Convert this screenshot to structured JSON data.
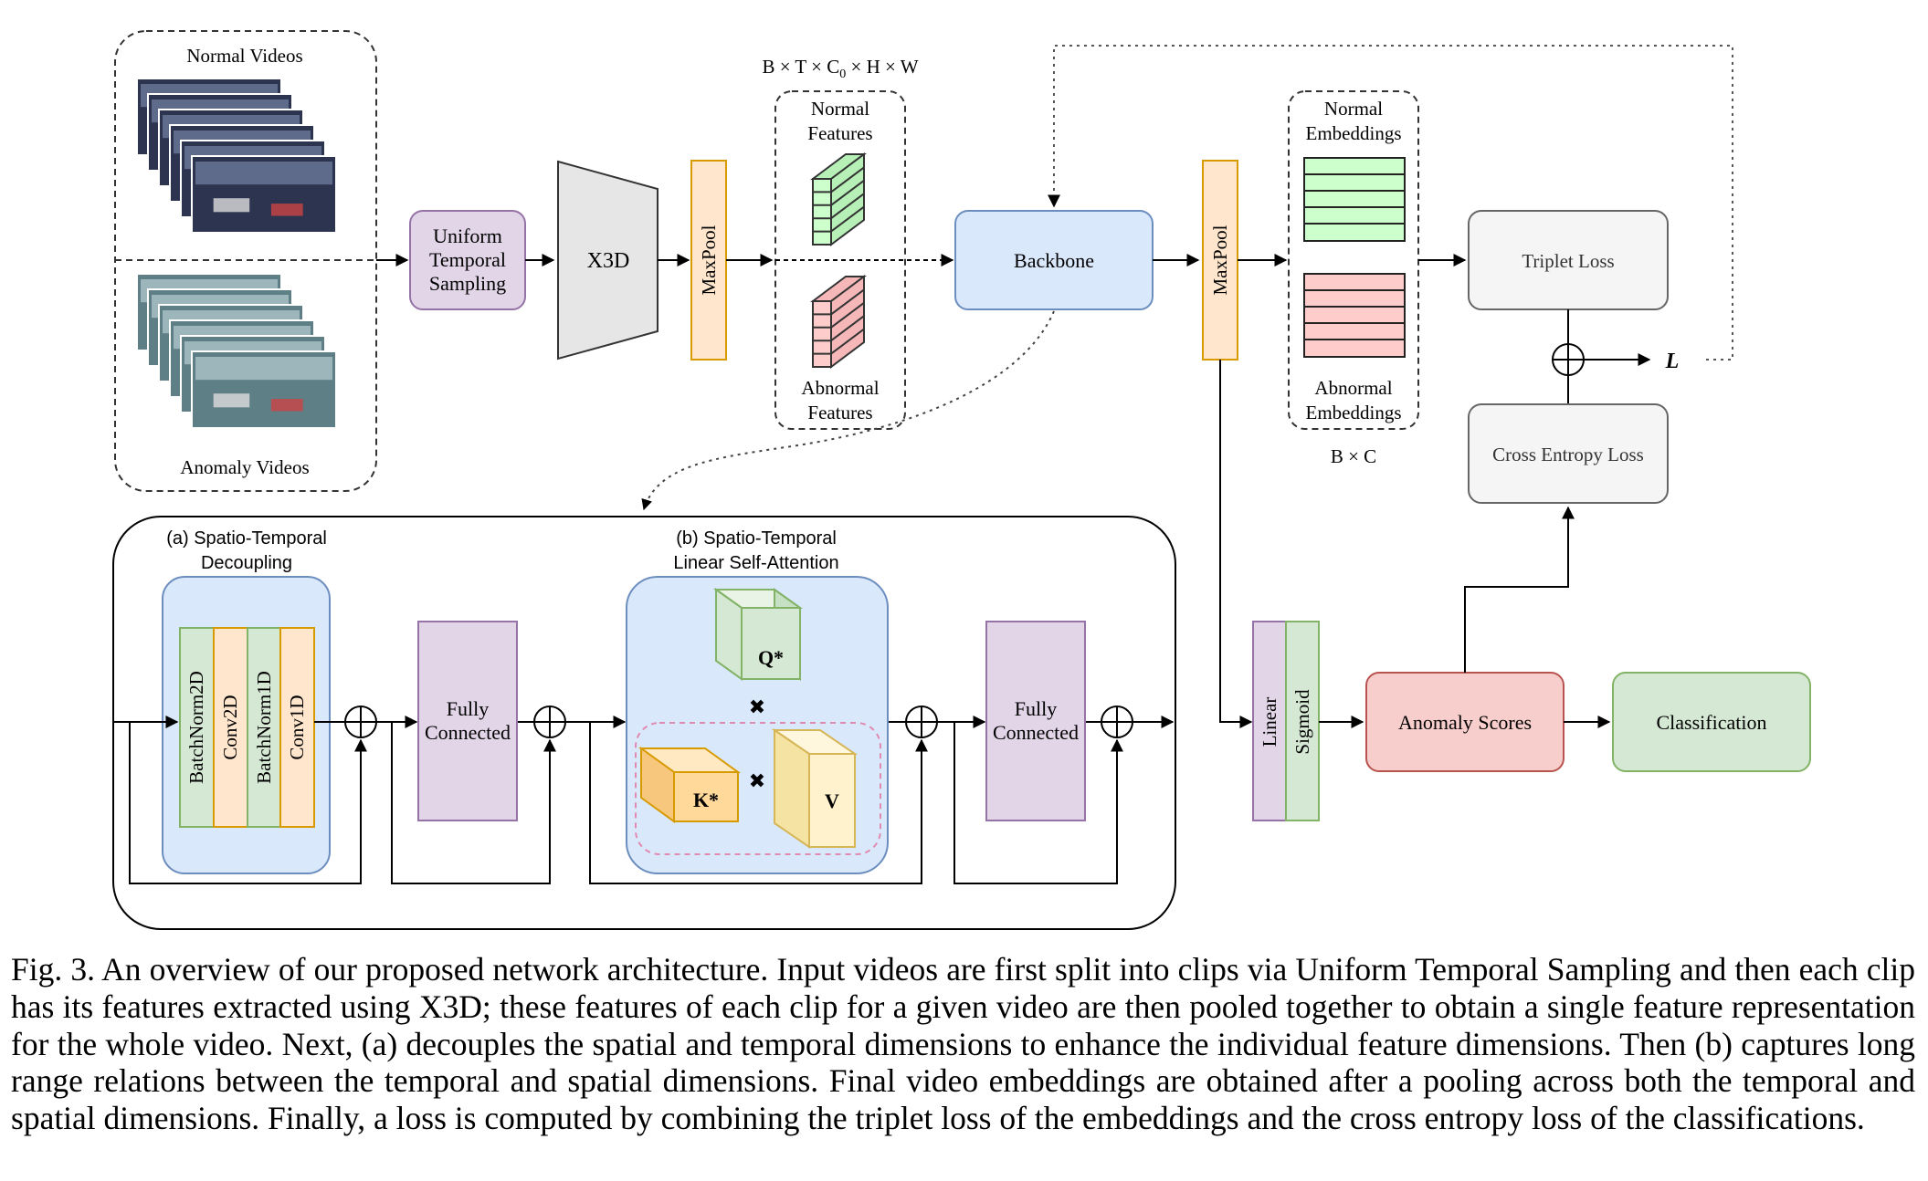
{
  "figure": {
    "inputs": {
      "normal_title": "Normal Videos",
      "anomaly_title": "Anomaly Videos"
    },
    "sampling_lines": [
      "Uniform",
      "Temporal",
      "Sampling"
    ],
    "x3d": "X3D",
    "maxpool": "MaxPool",
    "feature_shape_prefix": "B × T × C",
    "feature_shape_sub": "0",
    "feature_shape_suffix": " × H × W",
    "normal_features": [
      "Normal",
      "Features"
    ],
    "abnormal_features": [
      "Abnormal",
      "Features"
    ],
    "backbone": "Backbone",
    "normal_embeddings": [
      "Normal",
      "Embeddings"
    ],
    "abnormal_embeddings": [
      "Abnormal",
      "Embeddings"
    ],
    "embedding_shape": "B × C",
    "triplet_loss": "Triplet Loss",
    "cross_entropy_loss": "Cross Entropy Loss",
    "loss_symbol": "L",
    "block_a_title": [
      "(a) Spatio-Temporal",
      "Decoupling"
    ],
    "block_a_layers": [
      "BatchNorm2D",
      "Conv2D",
      "BatchNorm1D",
      "Conv1D"
    ],
    "fully_connected": [
      "Fully",
      "Connected"
    ],
    "block_b_title": [
      "(b) Spatio-Temporal",
      "Linear Self-Attention"
    ],
    "q": "Q*",
    "k": "K*",
    "v": "V",
    "linear": "Linear",
    "sigmoid": "Sigmoid",
    "anomaly_scores": "Anomaly Scores",
    "classification": "Classification"
  },
  "colors": {
    "purple_fill": "#e1d5e7",
    "purple_stroke": "#9673a6",
    "orange_fill": "#ffe6cc",
    "orange_stroke": "#d79b00",
    "green_fill": "#d5e8d4",
    "green_stroke": "#82b366",
    "blue_fill": "#dae8fc",
    "blue_stroke": "#6c8ebf",
    "red_fill": "#f8cecc",
    "red_stroke": "#b85450",
    "gray_fill": "#f5f5f5",
    "gray_stroke": "#666666",
    "normal_emb_fill": "#ccffcc",
    "abnormal_emb_fill": "#ffcccc",
    "cube_yellow": "#fff2cc"
  },
  "caption": "Fig. 3. An overview of our proposed network architecture. Input videos are first split into clips via Uniform Temporal Sampling and then each clip has its features extracted using X3D; these features of each clip for a given video are then pooled together to obtain a single feature representation for the whole video. Next, (a) decouples the spatial and temporal dimensions to enhance the individual feature dimensions. Then (b) captures long range relations between the temporal and spatial dimensions. Final video embeddings are obtained after a pooling across both the temporal and spatial dimensions. Finally, a loss is computed by combining the triplet loss of the embeddings and the cross entropy loss of the classifications."
}
